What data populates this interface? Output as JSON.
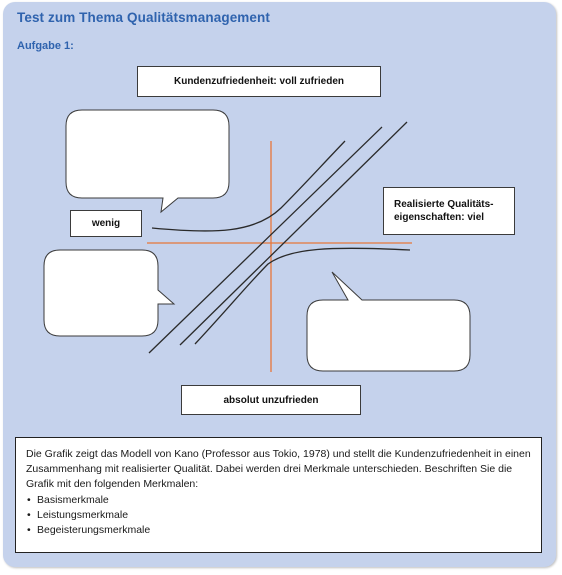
{
  "header": {
    "title": "Test zum Thema Qualitätsmanagement",
    "subtitle": "Aufgabe 1:"
  },
  "diagram": {
    "top_label": "Kundenzufriedenheit: voll zufrieden",
    "bottom_label": "absolut unzufrieden",
    "left_label": "wenig",
    "right_label_line1": "Realisierte Qualitäts-",
    "right_label_line2": "eigenschaften: viel"
  },
  "info": {
    "text": "Die Grafik zeigt das Modell von Kano (Professor aus Tokio, 1978) und stellt die Kundenzufriedenheit in einen Zusammenhang mit realisierter Qualität. Dabei werden drei Merkmale unterschieden. Beschriften Sie die Grafik mit den folgenden Merkmalen:",
    "items": [
      "Basismerkmale",
      "Leistungsmerkmale",
      "Begeisterungsmerkmale"
    ]
  },
  "colors": {
    "page": "#c5d2ec",
    "title": "#2f63ae",
    "axis": "#e8773a",
    "curve": "#2a2a2a"
  }
}
